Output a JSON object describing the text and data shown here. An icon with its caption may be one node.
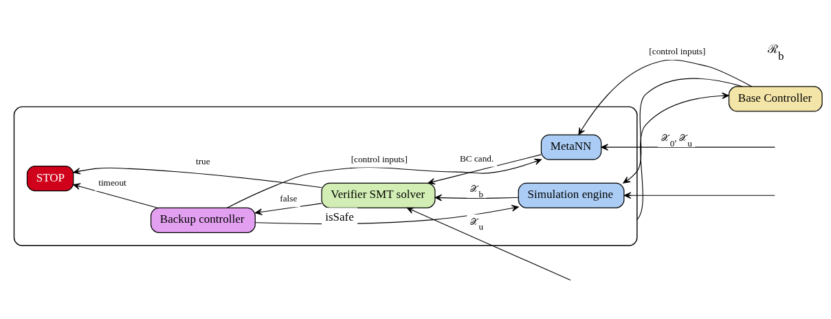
{
  "diagram": {
    "nodes": [
      {
        "text": [
          "Base Controller"
        ]
      },
      {
        "text": [],
        "shape": "box"
      },
      {
        "text": [
          "Backup controller"
        ],
        "in": 1
      },
      {
        "text": [
          "STOP"
        ],
        "in": 1
      },
      {
        "text": [
          "Verifier SMT solver"
        ],
        "in": 1,
        "beside": [
          "isSafe"
        ]
      },
      {
        "text": [
          "MetaNN"
        ],
        "in": 1
      },
      {
        "text": [
          "Simulation engine"
        ],
        "in": 1
      }
    ],
    "edges": [
      {
        "from": 1,
        "to": 0,
        "arrow": "to"
      },
      {
        "from": 0,
        "to": 5,
        "arrow": "to",
        "label": "[control inputs]"
      },
      {
        "from": 0,
        "to": 6,
        "arrow": "to"
      },
      {
        "from": 2,
        "to": 5,
        "arrow": "to",
        "label": "[control inputs]"
      },
      {
        "from": 2,
        "to": 6,
        "arrow": "to"
      },
      {
        "from": 2,
        "to": 3,
        "arrow": "to",
        "label": "timeout"
      },
      {
        "from": 4,
        "to": 2,
        "arrow": "to",
        "label": "false"
      },
      {
        "from": 4,
        "to": 1,
        "arrow": "to",
        "label": "true"
      },
      {
        "from": 5,
        "to": 4,
        "arrow": "to",
        "label": "BC cand."
      },
      {
        "from": null,
        "to": 4,
        "arrow": "to",
        "label": "𝒳$_{u}$"
      },
      {
        "from": 6,
        "to": 4,
        "arrow": "to",
        "label": "𝒳$_{b}$"
      },
      {
        "from": null,
        "to": 5,
        "arrow": "to",
        "label": "𝒳$_{0}$, 𝒳$_{u}$"
      },
      {
        "from": null,
        "to": 6,
        "arrow": "to"
      }
    ],
    "labels": [
      "ℛ$_{b}$"
    ]
  }
}
